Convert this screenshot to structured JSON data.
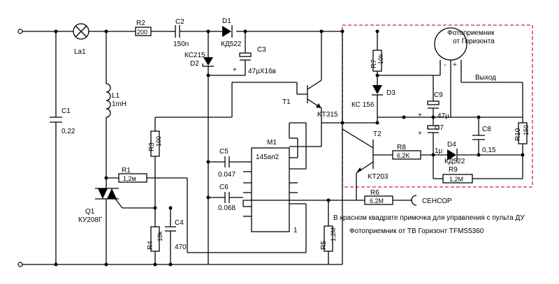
{
  "labels": {
    "la1": "La1",
    "r2": "R2",
    "r2_val": "200",
    "c2": "C2",
    "c2_val": "150n",
    "d1": "D1",
    "d1_val": "КД522",
    "d2_type": "КС215",
    "d2": "D2",
    "c3": "C3",
    "c3_val": "47µX16в",
    "l1": "L1",
    "l1_val": "1mH",
    "c1": "C1",
    "c1_val": "0,22",
    "r3": "R3",
    "r3_val": "100",
    "t1": "T1",
    "t1_type": "KT315",
    "c5": "C5",
    "c5_val": "0.047",
    "c6": "C6",
    "c6_val": "0.068",
    "m1": "M1",
    "m1_type": "145ап2",
    "m1_pin": "1",
    "r1": "R1",
    "r1_val": "1,2м",
    "q1": "Q1",
    "q1_type": "КУ208Г",
    "r4": "R4",
    "r4_val": "10k",
    "c4": "C4",
    "c4_val": "470",
    "r5": "R5",
    "r5_val": "1,2M",
    "r6": "R6",
    "r6_val": "6.2M",
    "sensor": "СЕНСОР",
    "r7": "R7",
    "r7_val": "10k",
    "d3": "D3",
    "d3_type": "КС 156",
    "c9": "C9",
    "c9_val": "47µ",
    "c7": "C7",
    "c7_val": "1µ",
    "c8": "C8",
    "c8_val": "0,15",
    "d4": "D4",
    "d4_type": "КД522",
    "r8": "R8",
    "r8_val": "6,2K",
    "r9": "R9",
    "r9_val": "1,2M",
    "r10": "R10",
    "r10_val": "150",
    "t2": "T2",
    "t2_type": "KT203",
    "pr_title1": "Фотоприемник",
    "pr_title2": "от Горизонта",
    "out": "Выход",
    "minus": "-",
    "plus": "+",
    "note": "В красном квадрате примочка для управления с пульта ДУ",
    "footer": "Фотоприемник от ТВ Горизонт  TFMS5360"
  },
  "colors": {
    "wire": "#000000",
    "frame": "#e02020",
    "background": "#ffffff"
  }
}
